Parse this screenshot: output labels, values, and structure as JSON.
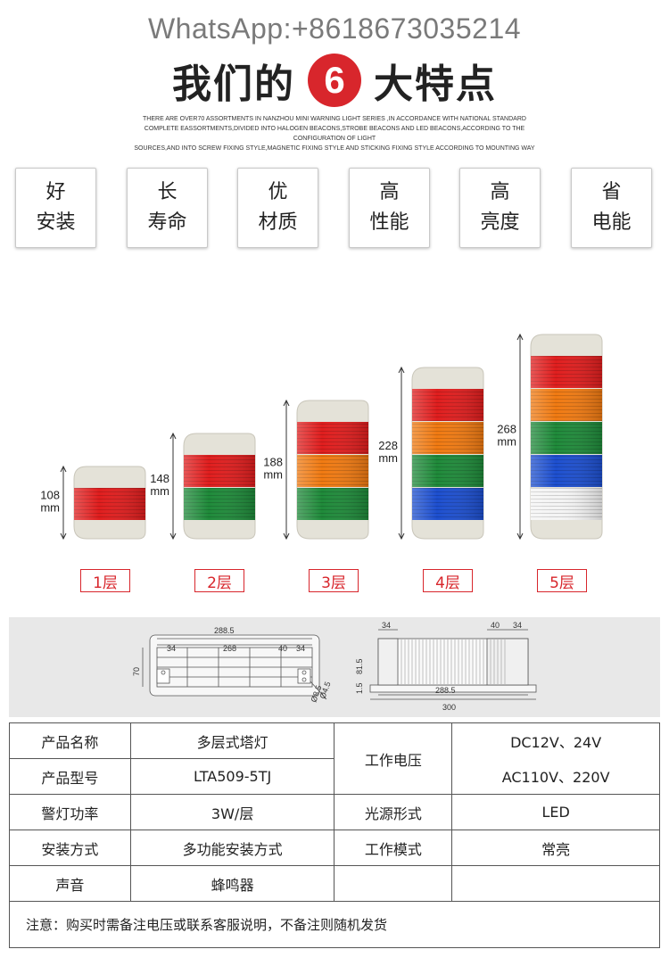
{
  "watermark_contact": "WhatsApp:+8618673035214",
  "headline": {
    "left": "我们的",
    "number": "6",
    "right": "大特点"
  },
  "intro_lines": [
    "THERE ARE OVER70 ASSORTMENTS IN NANZHOU MINI WARNING LIGHT SERIES ,IN ACCORDANCE WITH NATIONAL STANDARD",
    "COMPLETE EASSORTMENTS,DIVIDED INTO HALOGEN BEACONS,STROBE BEACONS AND LED BEACONS,ACCORDING TO THE CONFIGURATION OF LIGHT",
    "SOURCES,AND INTO SCREW FIXING STYLE,MAGNETIC FIXING STYLE AND STICKING FIXING STYLE ACCORDING TO MOUNTING WAY"
  ],
  "features": [
    {
      "line1": "好",
      "line2": "安装"
    },
    {
      "line1": "长",
      "line2": "寿命"
    },
    {
      "line1": "优",
      "line2": "材质"
    },
    {
      "line1": "高",
      "line2": "性能"
    },
    {
      "line1": "高",
      "line2": "亮度"
    },
    {
      "line1": "省",
      "line2": "电能"
    }
  ],
  "models": [
    {
      "label": "1层",
      "height_value": "108",
      "unit": "mm",
      "tiers": [
        "red"
      ]
    },
    {
      "label": "2层",
      "height_value": "148",
      "unit": "mm",
      "tiers": [
        "red",
        "green"
      ]
    },
    {
      "label": "3层",
      "height_value": "188",
      "unit": "mm",
      "tiers": [
        "red",
        "orange",
        "green"
      ]
    },
    {
      "label": "4层",
      "height_value": "228",
      "unit": "mm",
      "tiers": [
        "red",
        "orange",
        "green",
        "blue"
      ]
    },
    {
      "label": "5层",
      "height_value": "268",
      "unit": "mm",
      "tiers": [
        "red",
        "orange",
        "green",
        "blue",
        "white"
      ]
    }
  ],
  "tier_colors": {
    "red": "#e01e1e",
    "orange": "#f07a12",
    "green": "#1f8a3a",
    "blue": "#1d4fcf",
    "white": "#f4f4f4",
    "housing": "#e4e2d8"
  },
  "drawing": {
    "front": {
      "total": "288.5",
      "inner": "268",
      "left_seg": "34",
      "right_seg": "40",
      "right_end": "34",
      "height": "70",
      "hole_a": "Ø8.5",
      "hole_b": "Ø4.5"
    },
    "side": {
      "left_seg": "34",
      "mid_seg": "40",
      "right_seg": "34",
      "height": "81.5",
      "base": "1.5",
      "inner_len": "288.5",
      "total_len": "300"
    }
  },
  "specs": {
    "name_label": "产品名称",
    "name_value": "多层式塔灯",
    "voltage_label": "工作电压",
    "voltage_dc": "DC12V、24V",
    "voltage_ac": "AC110V、220V",
    "model_label": "产品型号",
    "model_value": "LTA509-5TJ",
    "power_label": "警灯功率",
    "power_value": "3W/层",
    "source_label": "光源形式",
    "source_value": "LED",
    "install_label": "安装方式",
    "install_value": "多功能安装方式",
    "mode_label": "工作模式",
    "mode_value": "常亮",
    "sound_label": "声音",
    "sound_value": "蜂鸣器"
  },
  "note": "注意：购买时需备注电压或联系客服说明，不备注则随机发货"
}
